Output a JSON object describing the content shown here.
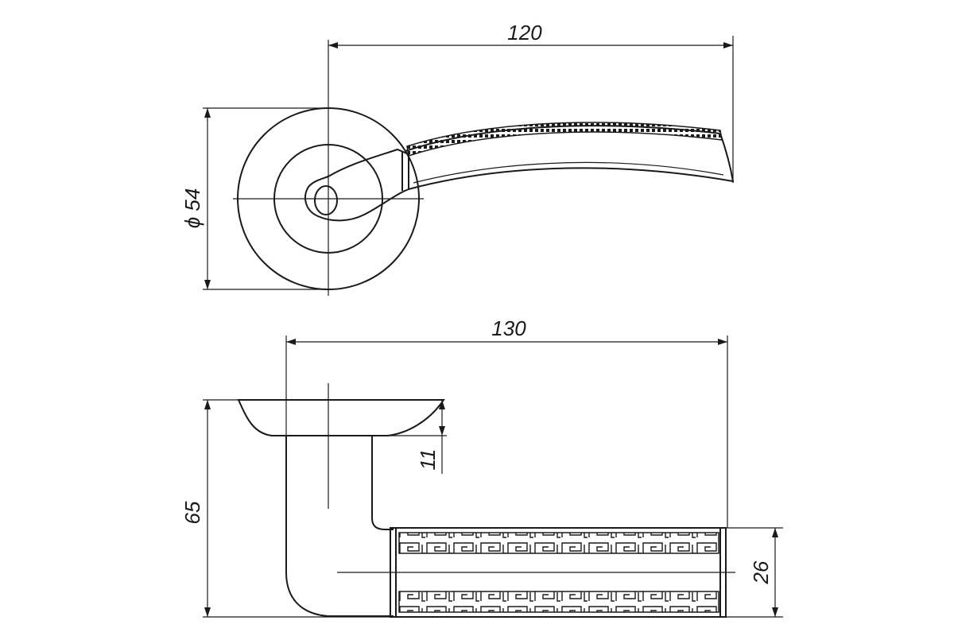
{
  "drawing": {
    "colors": {
      "line": "#1a1a1a",
      "background": "#ffffff"
    },
    "dimensions": {
      "top_width": "120",
      "diameter": "ϕ 54",
      "bottom_width": "130",
      "height": "65",
      "rosette_height": "11",
      "grip_height": "26"
    }
  }
}
